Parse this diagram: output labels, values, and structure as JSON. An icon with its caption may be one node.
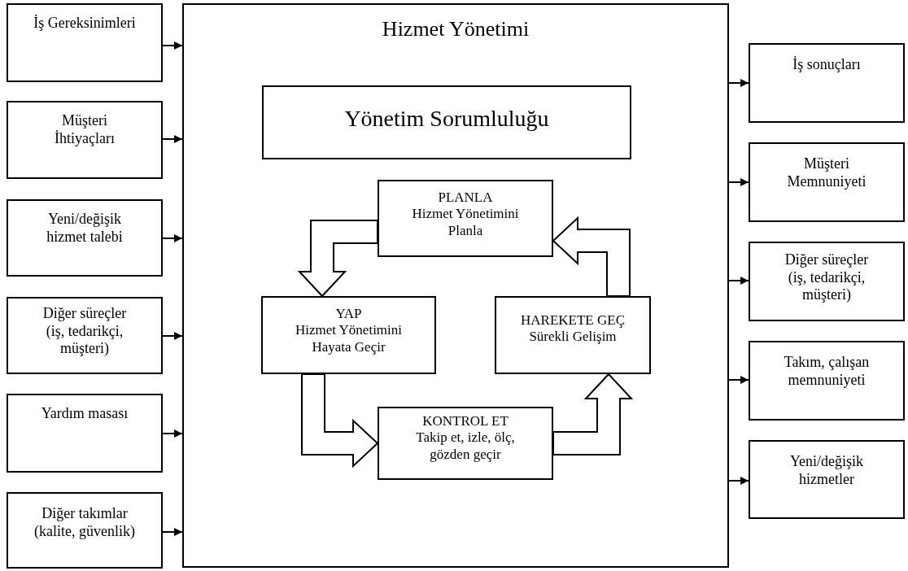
{
  "diagram": {
    "nodes": [
      {
        "text": [
          "Hizmet Yönetimi"
        ]
      },
      {
        "text": [
          "Yönetim Sorumluluğu"
        ],
        "in": 0
      },
      {
        "text": [
          "PLANLA",
          "Hizmet Yönetimini Planla"
        ],
        "in": 0
      },
      {
        "text": [
          "YAP",
          "Hizmet Yönetimini Hayata Geçir"
        ],
        "in": 0
      },
      {
        "text": [
          "HAREKETE GEÇ",
          "Sürekli Gelişim"
        ],
        "in": 0
      },
      {
        "text": [
          "KONTROL ET",
          "Takip et, izle, ölç, gözden geçir"
        ],
        "in": 0
      },
      {
        "text": [
          "İş Gereksinimleri"
        ]
      },
      {
        "text": [
          "Müşteri İhtiyaçları"
        ]
      },
      {
        "text": [
          "Yeni/değişik hizmet talebi"
        ]
      },
      {
        "text": [
          "Diğer süreçler (iş, tedarikçi, müşteri)"
        ]
      },
      {
        "text": [
          "Yardım masası"
        ]
      },
      {
        "text": [
          "Diğer takımlar (kalite, güvenlik)"
        ]
      },
      {
        "text": [
          "İş sonuçları"
        ]
      },
      {
        "text": [
          "Müşteri Memnuniyeti"
        ]
      },
      {
        "text": [
          "Diğer süreçler (iş, tedarikçi, müşteri)"
        ]
      },
      {
        "text": [
          "Takım, çalışan memnuniyeti"
        ]
      },
      {
        "text": [
          "Yeni/değişik hizmetler"
        ]
      }
    ],
    "edges": [
      {
        "from": 6,
        "to": 0,
        "arrow": "to"
      },
      {
        "from": 7,
        "to": 0,
        "arrow": "to"
      },
      {
        "from": 8,
        "to": 0,
        "arrow": "to"
      },
      {
        "from": 9,
        "to": 0,
        "arrow": "to"
      },
      {
        "from": 10,
        "to": 0,
        "arrow": "to"
      },
      {
        "from": 11,
        "to": 0,
        "arrow": "to"
      },
      {
        "from": 0,
        "to": 12,
        "arrow": "to"
      },
      {
        "from": 0,
        "to": 13,
        "arrow": "to"
      },
      {
        "from": 0,
        "to": 14,
        "arrow": "to"
      },
      {
        "from": 0,
        "to": 15,
        "arrow": "to"
      },
      {
        "from": 0,
        "to": 16,
        "arrow": "to"
      },
      {
        "from": 2,
        "to": 3,
        "arrow": "to",
        "style": "thick"
      },
      {
        "from": 3,
        "to": 5,
        "arrow": "to",
        "style": "thick"
      },
      {
        "from": 5,
        "to": 4,
        "arrow": "to",
        "style": "thick"
      },
      {
        "from": 4,
        "to": 2,
        "arrow": "to",
        "style": "thick"
      }
    ]
  }
}
